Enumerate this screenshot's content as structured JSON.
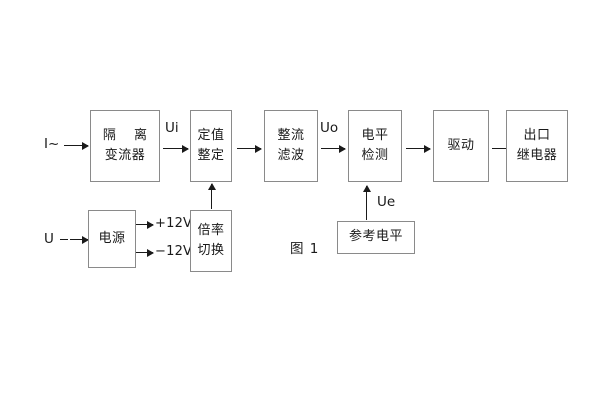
{
  "figure": {
    "caption": "图 1",
    "background_color": "#ffffff",
    "line_color": "#1a1a1a",
    "box_border_color": "#8a8a8a",
    "text_color": "#1a1a1a"
  },
  "inputs": {
    "current_input_label": "I~",
    "voltage_input_label": "U"
  },
  "signals": {
    "ui": "Ui",
    "uo": "Uo",
    "ue": "Ue",
    "rail_positive": "+12V",
    "rail_negative": "−12V"
  },
  "blocks": {
    "isolation_transformer": {
      "line1": "隔 离",
      "line2": "变流器"
    },
    "setting_value": {
      "line1": "定值",
      "line2": "整定"
    },
    "rectify_filter": {
      "line1": "整流",
      "line2": "滤波"
    },
    "level_detect": {
      "line1": "电平",
      "line2": "检测"
    },
    "drive": {
      "line1": "驱动"
    },
    "output_relay": {
      "line1": "出口",
      "line2": "继电器"
    },
    "power_supply": {
      "line1": "电源"
    },
    "multiplier_switch": {
      "line1": "倍率",
      "line2": "切换"
    },
    "reference_level": {
      "line1": "参考电平"
    }
  }
}
